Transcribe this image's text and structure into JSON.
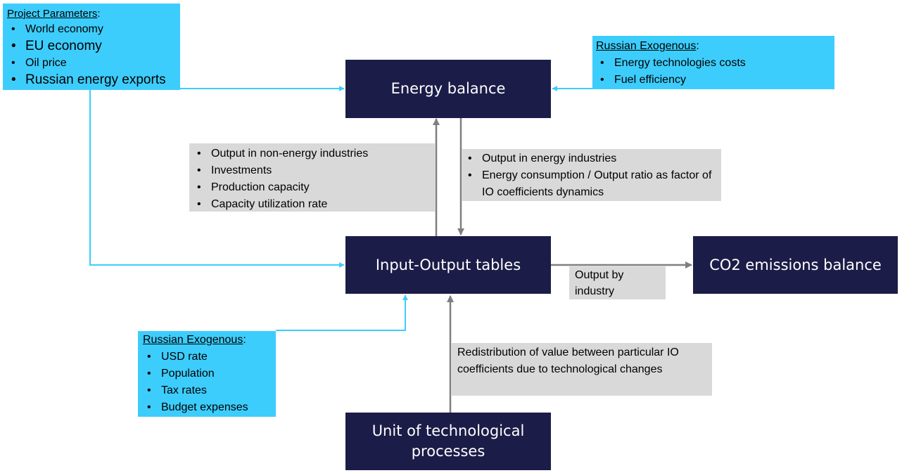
{
  "nodes": {
    "energy_balance": "Energy balance",
    "io_tables": "Input-Output tables",
    "co2_balance": "CO2 emissions balance",
    "tech_unit_line1": "Unit of technological",
    "tech_unit_line2": "processes"
  },
  "project_parameters": {
    "heading": "Project Parameters",
    "suffix": ":",
    "items": [
      "World economy",
      "EU economy",
      "Oil price",
      "Russian energy exports"
    ]
  },
  "russian_exogenous_top": {
    "heading": "Russian Exogenous",
    "suffix": ":",
    "items": [
      "Energy technologies costs",
      "Fuel efficiency"
    ]
  },
  "russian_exogenous_bottom": {
    "heading": "Russian Exogenous",
    "suffix": ":",
    "items": [
      "USD rate",
      "Population",
      "Tax rates",
      "Budget expenses"
    ]
  },
  "io_to_energy_labels": {
    "items": [
      "Output in non-energy industries",
      "Investments",
      "Production capacity",
      "Capacity utilization rate"
    ]
  },
  "energy_to_io_labels": {
    "items": [
      "Output in energy industries",
      "Energy consumption / Output ratio as factor of IO coefficients dynamics"
    ]
  },
  "output_by_industry": "Output by industry",
  "redistribution_text": "Redistribution of value between particular IO coefficients due to technological changes",
  "colors": {
    "navy_box": "#1c1c48",
    "cyan_box": "#3dcdfc",
    "grey_label": "#d9d9d9",
    "cyan_arrow": "#3dcdfc",
    "grey_arrow": "#7f7f7f"
  }
}
